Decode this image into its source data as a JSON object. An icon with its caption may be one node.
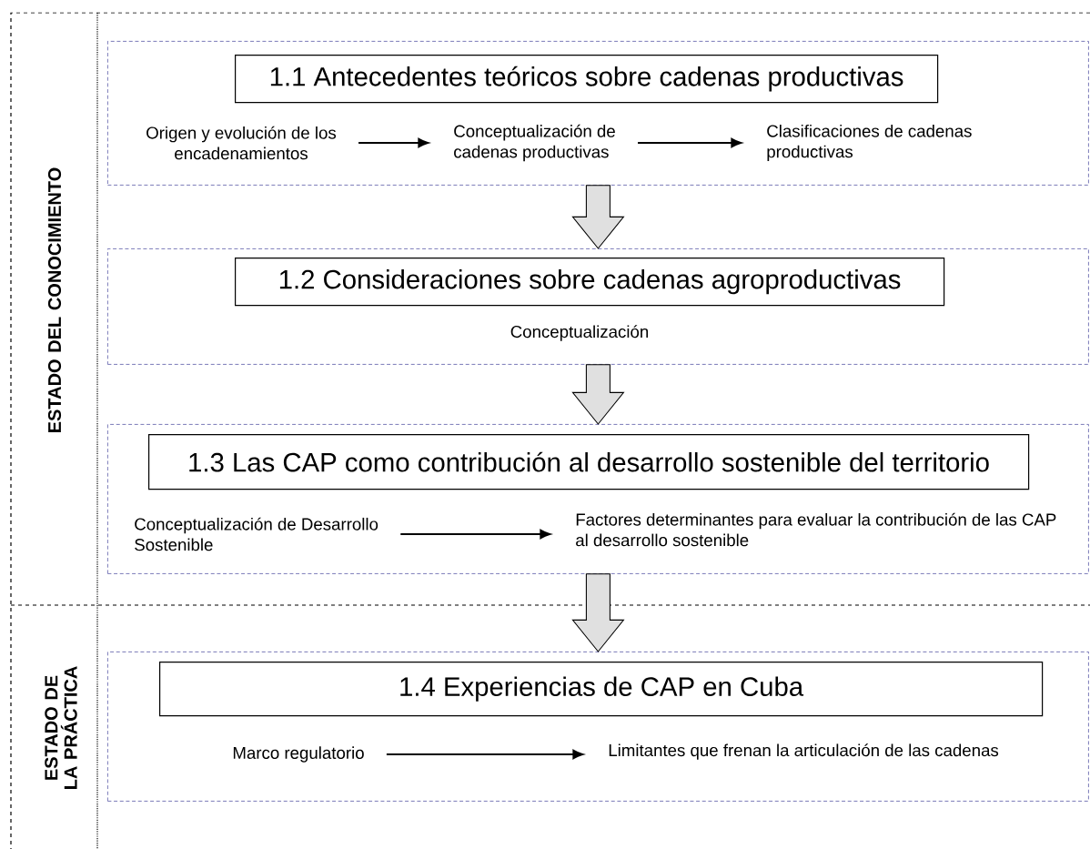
{
  "diagram": {
    "nodes": [
      {
        "text": [],
        "shape": "box"
      },
      {
        "text": [
          "1.1 Antecedentes teóricos sobre cadenas productivas"
        ],
        "in": 0
      },
      {
        "text": [
          "Origen y evolución de los encadenamientos"
        ],
        "in": 0
      },
      {
        "text": [
          "Conceptualización de cadenas productivas"
        ],
        "in": 0
      },
      {
        "text": [
          "Clasificaciones de cadenas productivas"
        ],
        "in": 0
      },
      {
        "text": [],
        "shape": "box"
      },
      {
        "text": [
          "1.2 Consideraciones sobre cadenas agroproductivas"
        ],
        "in": 5
      },
      {
        "text": [
          "Conceptualización"
        ],
        "in": 5
      },
      {
        "text": [],
        "shape": "box"
      },
      {
        "text": [
          "1.3 Las CAP como contribución al desarrollo sostenible del territorio"
        ],
        "in": 8
      },
      {
        "text": [
          "Conceptualización de Desarrollo Sostenible"
        ],
        "in": 8
      },
      {
        "text": [
          "Factores determinantes para evaluar la contribución de las CAP al desarrollo sostenible"
        ],
        "in": 8
      },
      {
        "text": [],
        "shape": "box"
      },
      {
        "text": [
          "1.4 Experiencias de CAP en Cuba"
        ],
        "in": 12
      },
      {
        "text": [
          "Marco regulatorio"
        ],
        "in": 12
      },
      {
        "text": [
          "Limitantes que frenan la articulación de las cadenas"
        ],
        "in": 12
      }
    ],
    "edges": [
      {
        "from": 2,
        "to": 3,
        "arrow": "to"
      },
      {
        "from": 3,
        "to": 4,
        "arrow": "to"
      },
      {
        "from": 0,
        "to": 5,
        "arrow": "to",
        "style": "thick"
      },
      {
        "from": 5,
        "to": 8,
        "arrow": "to",
        "style": "thick"
      },
      {
        "from": 10,
        "to": 11,
        "arrow": "to"
      },
      {
        "from": 8,
        "to": 12,
        "arrow": "to",
        "style": "thick"
      },
      {
        "from": 14,
        "to": 15,
        "arrow": "to"
      }
    ],
    "labels": [
      "ESTADO DEL CONOCIMIENTO",
      "ESTADO DE LA PRÁCTICA"
    ]
  }
}
